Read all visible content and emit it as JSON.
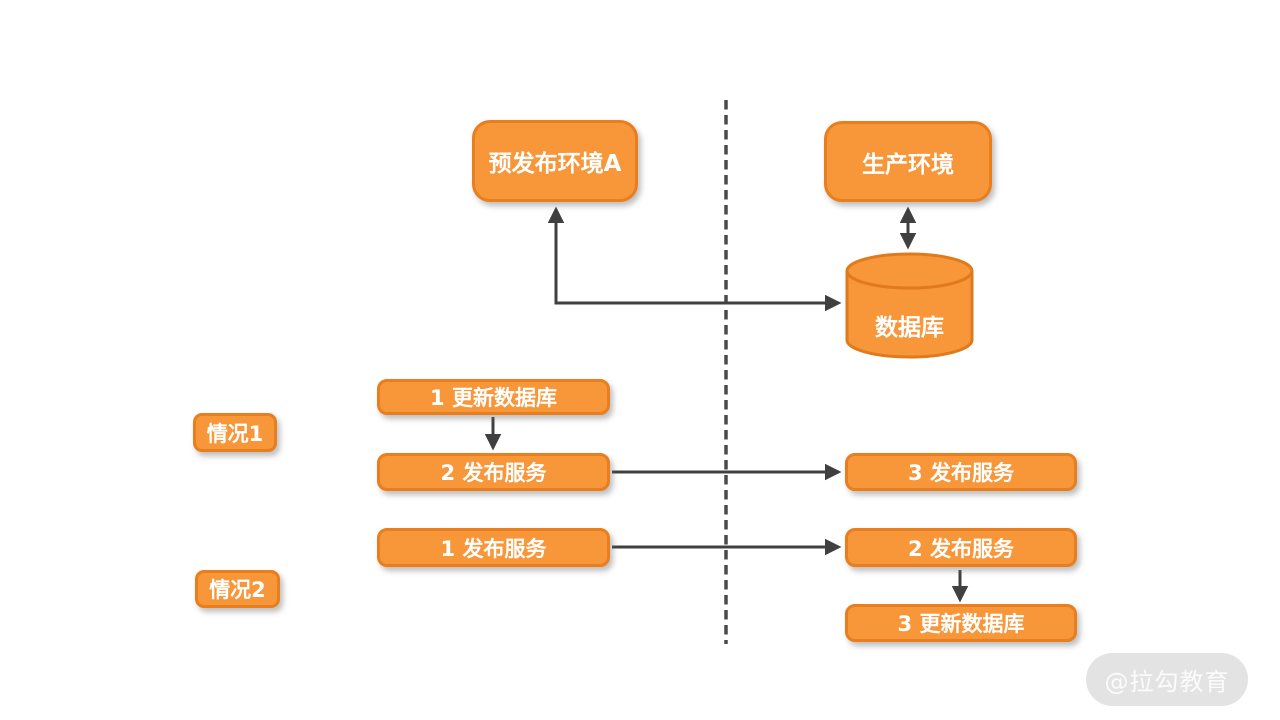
{
  "diagram": {
    "environments": {
      "preprod": {
        "label": "预发布环境A"
      },
      "prod": {
        "label": "生产环境"
      },
      "database": {
        "label": "数据库"
      }
    },
    "case1": {
      "label": "情况1",
      "steps": {
        "left_step1": "1 更新数据库",
        "left_step2": "2 发布服务",
        "right_step3": "3 发布服务"
      }
    },
    "case2": {
      "label": "情况2",
      "steps": {
        "left_step1": "1 发布服务",
        "right_step2": "2 发布服务",
        "right_step3": "3 更新数据库"
      }
    },
    "watermark": "@拉勾教育",
    "colors": {
      "node_fill": "#F8963A",
      "node_border": "#E87E1E",
      "arrow": "#404040",
      "watermark_bg": "#E3E3E3",
      "watermark_text": "#FBFBFB"
    }
  }
}
